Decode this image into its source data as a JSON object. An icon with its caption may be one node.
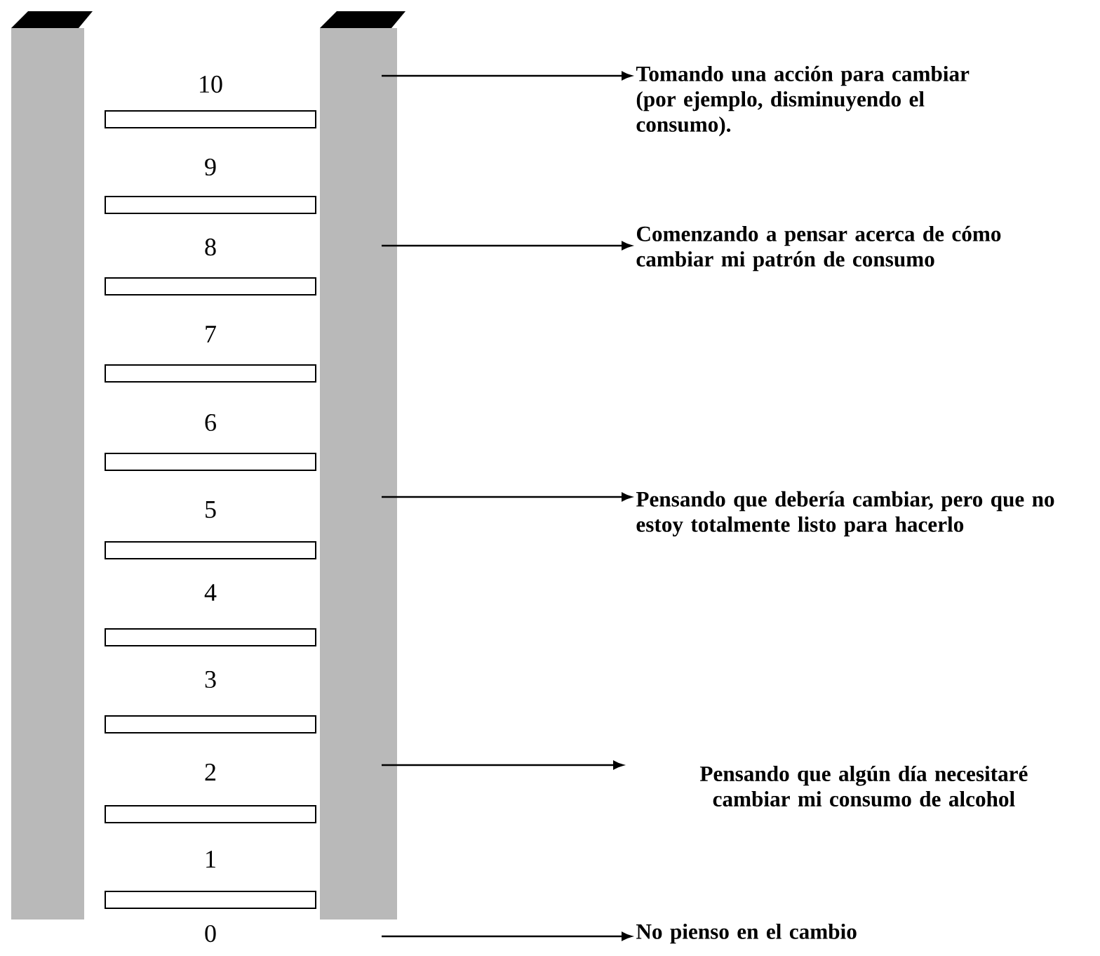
{
  "diagram": {
    "nodes": [
      {
        "text": [
          "Tomando una acción para cambiar (por ejemplo, disminuyendo el consumo)."
        ]
      },
      {
        "text": [
          "Comenzando a pensar acerca de cómo cambiar mi patrón de consumo"
        ]
      },
      {
        "text": [
          "Pensando que debería cambiar, pero que no estoy totalmente listo para hacerlo"
        ]
      },
      {
        "text": [
          "Pensando que algún día necesitaré cambiar mi consumo de alcohol"
        ]
      },
      {
        "text": [
          "No pienso en el cambio"
        ]
      }
    ],
    "edges": [
      {
        "from": null,
        "to": 0,
        "arrow": "to"
      },
      {
        "from": null,
        "to": 1,
        "arrow": "to"
      },
      {
        "from": null,
        "to": 2,
        "arrow": "to"
      },
      {
        "from": null,
        "to": 3,
        "arrow": "to"
      },
      {
        "from": null,
        "to": 4,
        "arrow": "to"
      }
    ],
    "labels": [
      "10",
      "9",
      "8",
      "7",
      "6",
      "5",
      "4",
      "3",
      "2",
      "1",
      "0"
    ]
  }
}
